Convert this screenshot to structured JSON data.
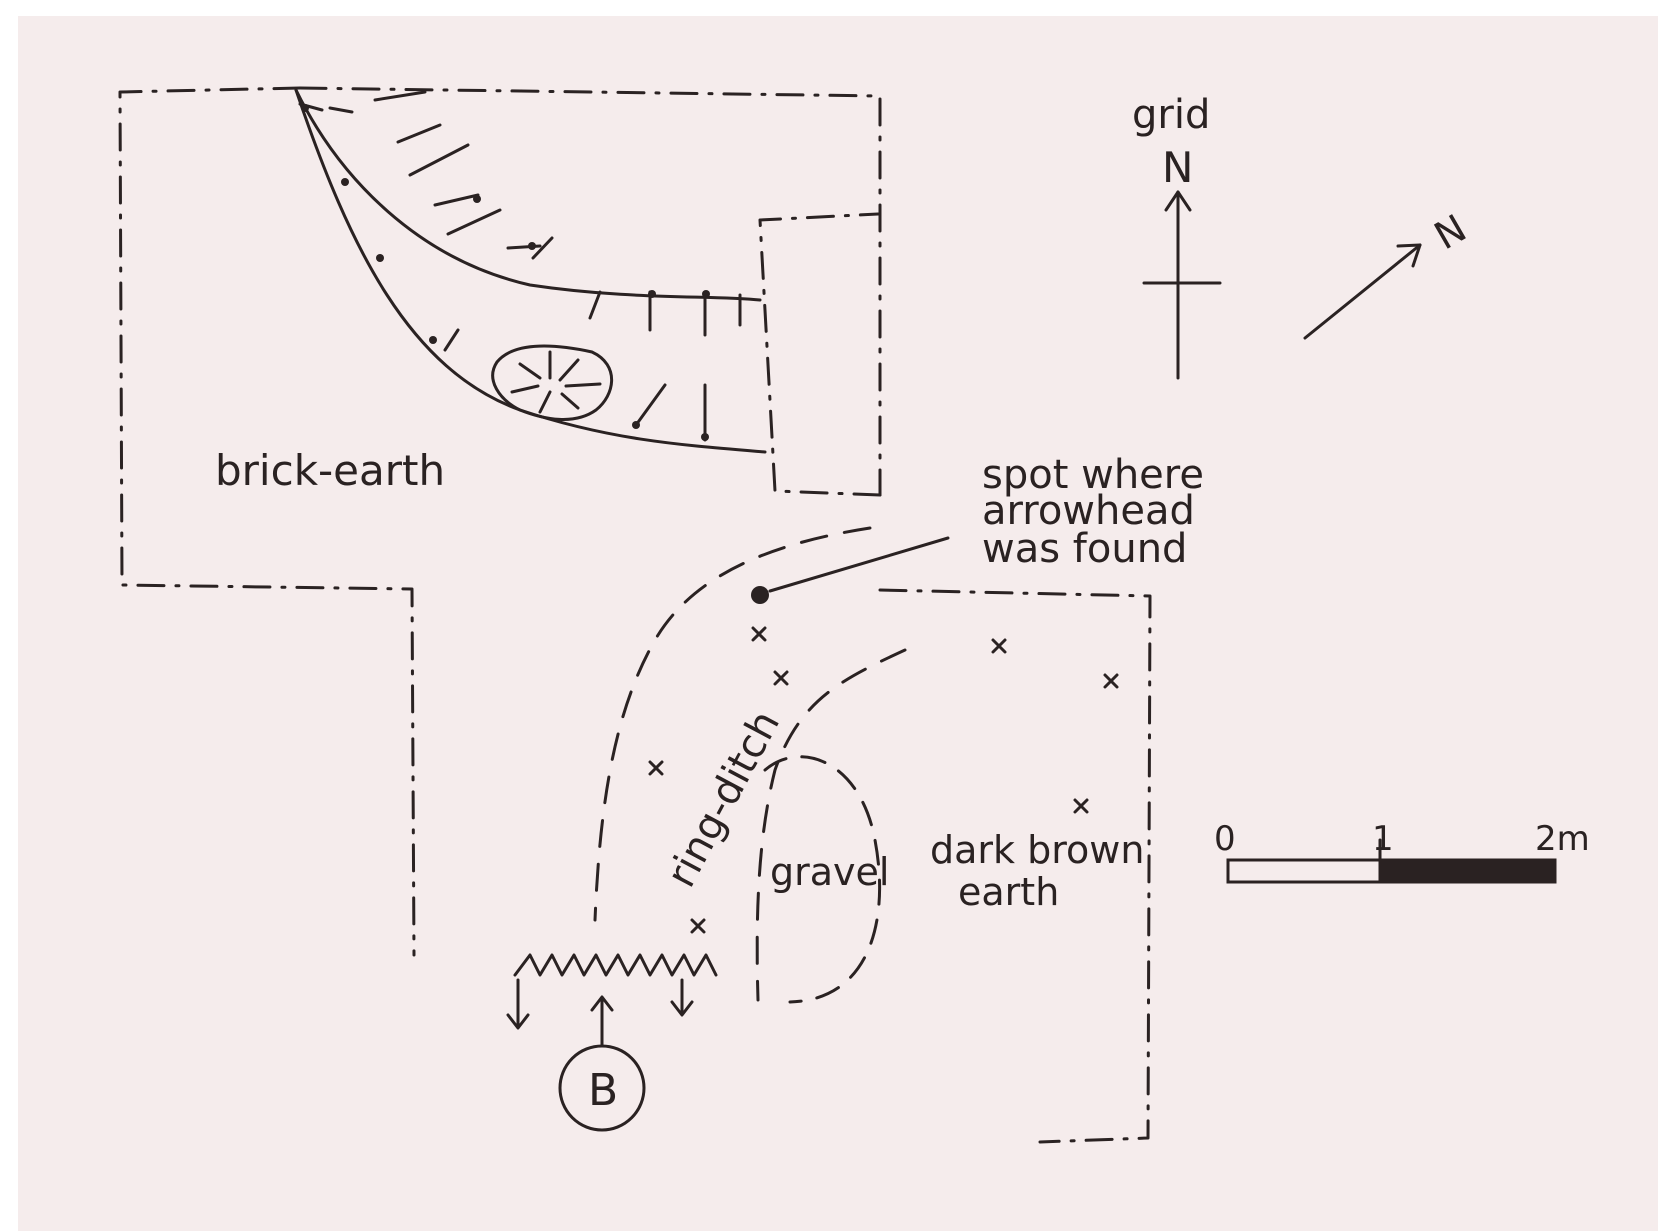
{
  "labels": {
    "brick_earth": "brick-earth",
    "grid": "grid",
    "north": "N",
    "spot_line1": "spot where",
    "spot_line2": "arrowhead",
    "spot_line3": "was found",
    "ring_ditch": "ring-ditch",
    "gravel": "gravel",
    "dark_brown_line1": "dark brown",
    "dark_brown_line2": "earth",
    "section_marker": "B",
    "scale_0": "0",
    "scale_1": "1",
    "scale_2": "2m",
    "arrow_n": "N"
  },
  "colors": {
    "paper": "#f5ecec",
    "ink": "#2a2222"
  }
}
